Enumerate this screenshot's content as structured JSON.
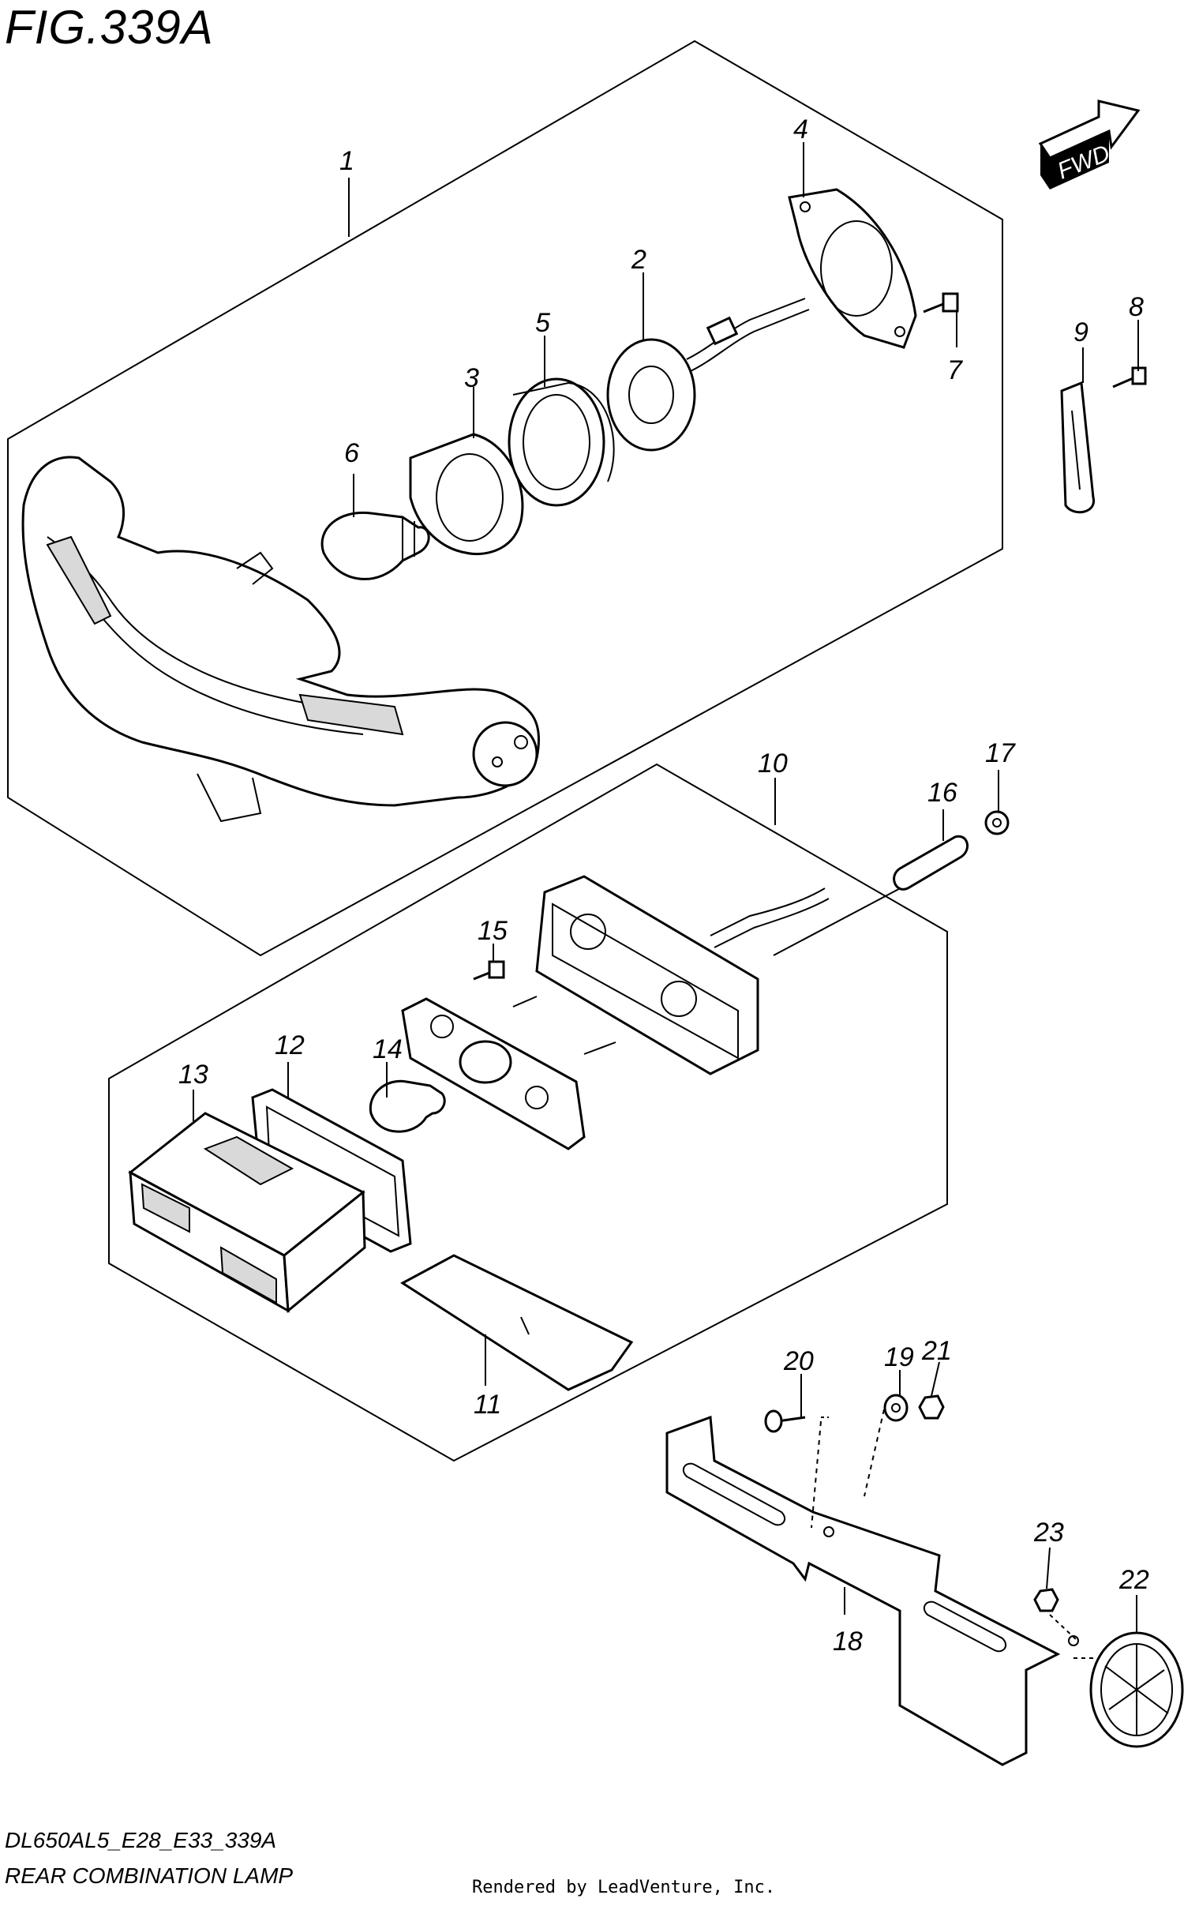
{
  "figure": {
    "title": "FIG.339A",
    "model_code": "DL650AL5_E28_E33_339A",
    "name": "REAR COMBINATION LAMP",
    "credit": "Rendered by LeadVenture, Inc.",
    "fwd_label": "FWD"
  },
  "callouts": [
    {
      "id": "1",
      "label": "1"
    },
    {
      "id": "2",
      "label": "2"
    },
    {
      "id": "3",
      "label": "3"
    },
    {
      "id": "4",
      "label": "4"
    },
    {
      "id": "5",
      "label": "5"
    },
    {
      "id": "6",
      "label": "6"
    },
    {
      "id": "7",
      "label": "7"
    },
    {
      "id": "8",
      "label": "8"
    },
    {
      "id": "9",
      "label": "9"
    },
    {
      "id": "10",
      "label": "10"
    },
    {
      "id": "11",
      "label": "11"
    },
    {
      "id": "12",
      "label": "12"
    },
    {
      "id": "13",
      "label": "13"
    },
    {
      "id": "14",
      "label": "14"
    },
    {
      "id": "15",
      "label": "15"
    },
    {
      "id": "16",
      "label": "16"
    },
    {
      "id": "17",
      "label": "17"
    },
    {
      "id": "18",
      "label": "18"
    },
    {
      "id": "19",
      "label": "19"
    },
    {
      "id": "20",
      "label": "20"
    },
    {
      "id": "21",
      "label": "21"
    },
    {
      "id": "22",
      "label": "22"
    },
    {
      "id": "23",
      "label": "23"
    }
  ]
}
